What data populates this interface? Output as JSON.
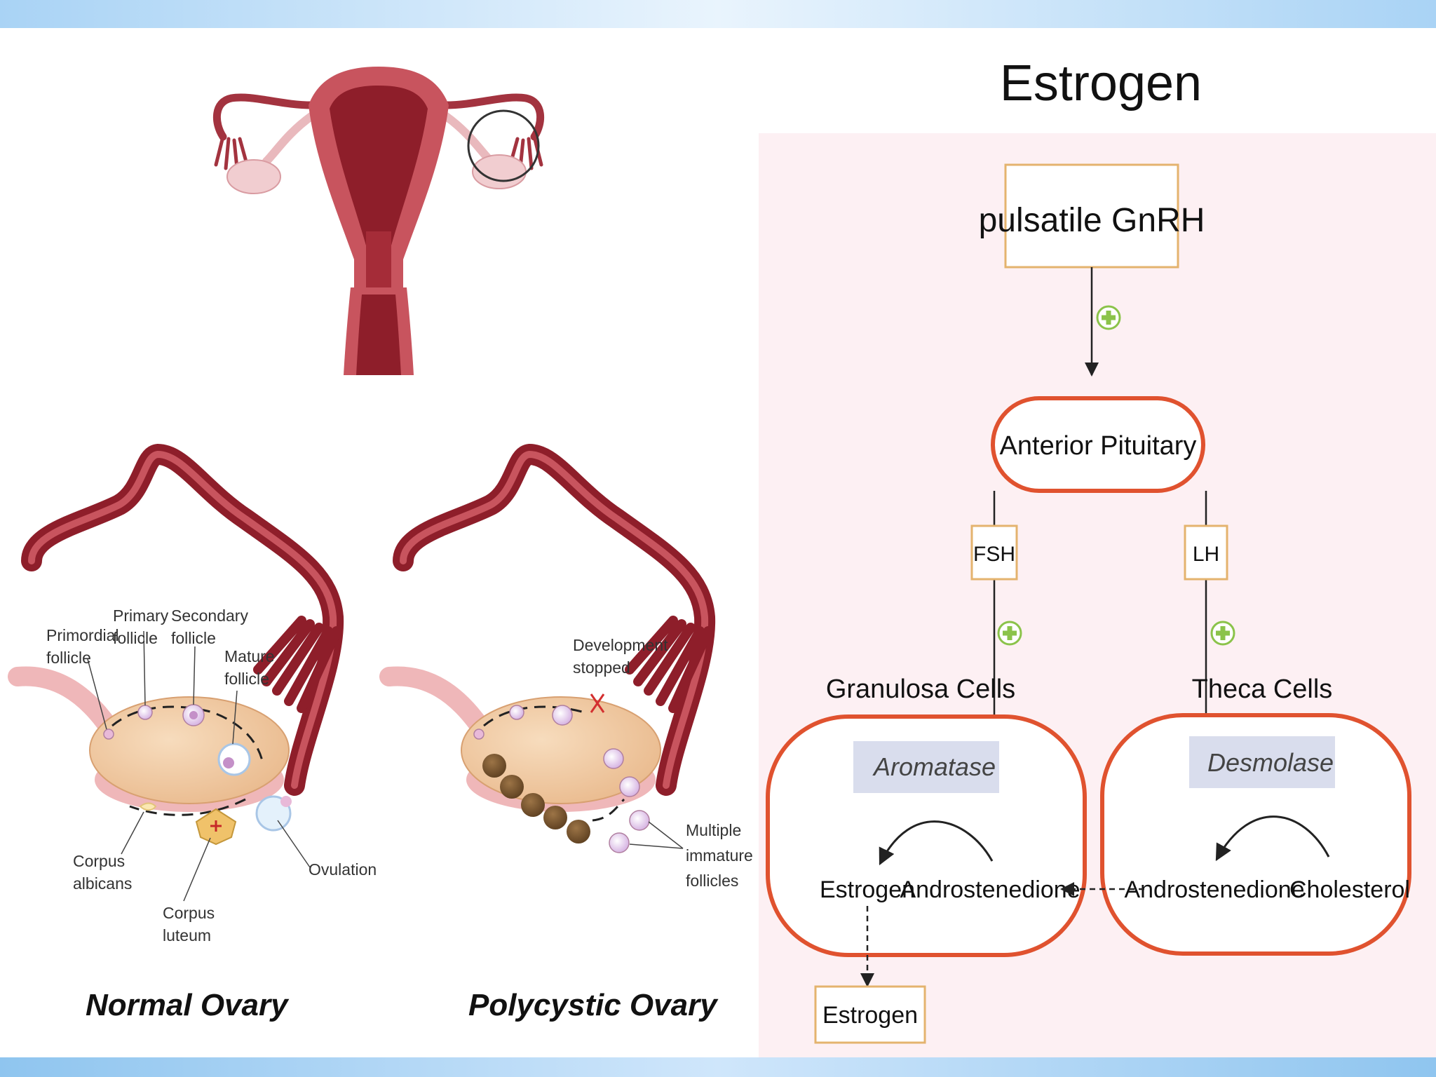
{
  "colors": {
    "top_band": "#cfe6fb",
    "bottom_band": "#8fc5ef",
    "uterus_dark": "#8e1e2a",
    "uterus_mid": "#c8545e",
    "ovary_fill": "#f2c9a0",
    "pink_tissue": "#efb7b9",
    "oval_stroke": "#e0522f",
    "box_stroke": "#e4b36e",
    "panel_bg": "#fdf0f3",
    "enzyme_bg": "#d9dded",
    "plus_green": "#8bc34a"
  },
  "anatomy": {
    "normal": {
      "title": "Normal Ovary",
      "labels": {
        "primordial": [
          "Primordial",
          "follicle"
        ],
        "primary": [
          "Primary",
          "follicle"
        ],
        "secondary": [
          "Secondary",
          "follicle"
        ],
        "mature": [
          "Mature",
          "follicle"
        ],
        "ovulation": "Ovulation",
        "albicans": [
          "Corpus",
          "albicans"
        ],
        "luteum": [
          "Corpus",
          "luteum"
        ]
      }
    },
    "polycystic": {
      "title": "Polycystic Ovary",
      "labels": {
        "development": [
          "Development",
          "stopped"
        ],
        "multiple": [
          "Multiple",
          "immature",
          "follicles"
        ]
      }
    }
  },
  "flowchart": {
    "title": "Estrogen",
    "gnrh": "pulsatile GnRH",
    "pituitary": "Anterior Pituitary",
    "fsh": "FSH",
    "lh": "LH",
    "granulosa": "Granulosa Cells",
    "theca": "Theca Cells",
    "aromatase": "Aromatase",
    "desmolase": "Desmolase",
    "estrogen_inner": "Estrogen",
    "androstenedione_left": "Androstenedione",
    "androstenedione_right": "Androstenedione",
    "cholesterol": "Cholesterol",
    "estrogen_out": "Estrogen",
    "plus_symbol": "+"
  }
}
